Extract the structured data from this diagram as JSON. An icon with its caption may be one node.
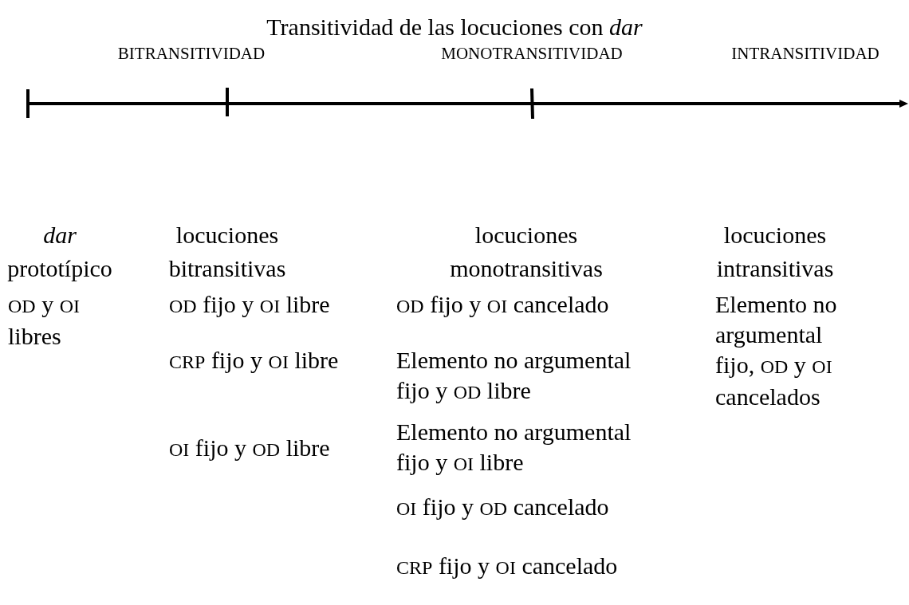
{
  "diagram": {
    "title": "Transitividad de las locuciones con *dar*",
    "labels": [
      "BITRANSITIVIDAD",
      "MONOTRANSITIVIDAD",
      "INTRANSITIVIDAD",
      "*dar* prototípico",
      "OD y OI libres",
      "locuciones bitransitivas",
      "OD fijo y OI libre",
      "CRP fijo y OI libre",
      "OI fijo y OD libre",
      "locuciones monotransitivas",
      "OD fijo y OI cancelado",
      "Elemento no argumental fijo y OD libre",
      "Elemento no argumental fijo y OI libre",
      "OI fijo y OD cancelado",
      "CRP fijo y OI cancelado",
      "locuciones intransitivas",
      "Elemento no argumental fijo, OD y OI cancelados"
    ]
  }
}
